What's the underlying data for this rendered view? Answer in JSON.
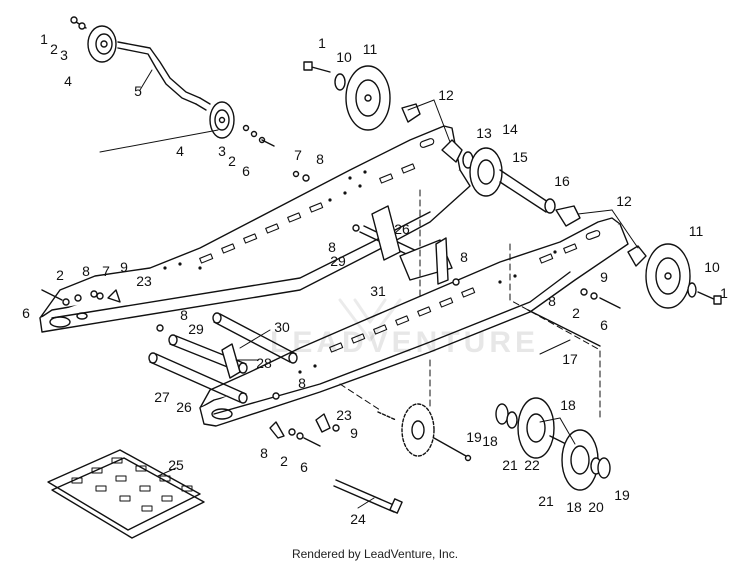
{
  "diagram": {
    "watermark": "LEADVENTURE",
    "footer": "Rendered by LeadVenture, Inc.",
    "callouts": [
      {
        "id": "c1a",
        "text": "1"
      },
      {
        "id": "c2a",
        "text": "2"
      },
      {
        "id": "c3a",
        "text": "3"
      },
      {
        "id": "c4a",
        "text": "4"
      },
      {
        "id": "c5",
        "text": "5"
      },
      {
        "id": "c4b",
        "text": "4"
      },
      {
        "id": "c3b",
        "text": "3"
      },
      {
        "id": "c2b",
        "text": "2"
      },
      {
        "id": "c6a",
        "text": "6"
      },
      {
        "id": "c1b",
        "text": "1"
      },
      {
        "id": "c10a",
        "text": "10"
      },
      {
        "id": "c11a",
        "text": "11"
      },
      {
        "id": "c12a",
        "text": "12"
      },
      {
        "id": "c13",
        "text": "13"
      },
      {
        "id": "c14",
        "text": "14"
      },
      {
        "id": "c15",
        "text": "15"
      },
      {
        "id": "c16",
        "text": "16"
      },
      {
        "id": "c12b",
        "text": "12"
      },
      {
        "id": "c7a",
        "text": "7"
      },
      {
        "id": "c8a",
        "text": "8"
      },
      {
        "id": "c26a",
        "text": "26"
      },
      {
        "id": "c8b",
        "text": "8"
      },
      {
        "id": "c29a",
        "text": "29"
      },
      {
        "id": "c8c",
        "text": "8"
      },
      {
        "id": "c31",
        "text": "31"
      },
      {
        "id": "c11b",
        "text": "11"
      },
      {
        "id": "c10b",
        "text": "10"
      },
      {
        "id": "c1c",
        "text": "1"
      },
      {
        "id": "c9a",
        "text": "9"
      },
      {
        "id": "c8d",
        "text": "8"
      },
      {
        "id": "c2c",
        "text": "2"
      },
      {
        "id": "c6b",
        "text": "6"
      },
      {
        "id": "c17",
        "text": "17"
      },
      {
        "id": "c2d",
        "text": "2"
      },
      {
        "id": "c8e",
        "text": "8"
      },
      {
        "id": "c7b",
        "text": "7"
      },
      {
        "id": "c9b",
        "text": "9"
      },
      {
        "id": "c23a",
        "text": "23"
      },
      {
        "id": "c6c",
        "text": "6"
      },
      {
        "id": "c8f",
        "text": "8"
      },
      {
        "id": "c29b",
        "text": "29"
      },
      {
        "id": "c30",
        "text": "30"
      },
      {
        "id": "c28",
        "text": "28"
      },
      {
        "id": "c27",
        "text": "27"
      },
      {
        "id": "c26b",
        "text": "26"
      },
      {
        "id": "c8g",
        "text": "8"
      },
      {
        "id": "c23b",
        "text": "23"
      },
      {
        "id": "c9c",
        "text": "9"
      },
      {
        "id": "c8h",
        "text": "8"
      },
      {
        "id": "c2e",
        "text": "2"
      },
      {
        "id": "c6d",
        "text": "6"
      },
      {
        "id": "c25",
        "text": "25"
      },
      {
        "id": "c24",
        "text": "24"
      },
      {
        "id": "c19a",
        "text": "19"
      },
      {
        "id": "c18a",
        "text": "18"
      },
      {
        "id": "c18b",
        "text": "18"
      },
      {
        "id": "c21a",
        "text": "21"
      },
      {
        "id": "c22",
        "text": "22"
      },
      {
        "id": "c21b",
        "text": "21"
      },
      {
        "id": "c18c",
        "text": "18"
      },
      {
        "id": "c20",
        "text": "20"
      },
      {
        "id": "c19b",
        "text": "19"
      }
    ]
  }
}
